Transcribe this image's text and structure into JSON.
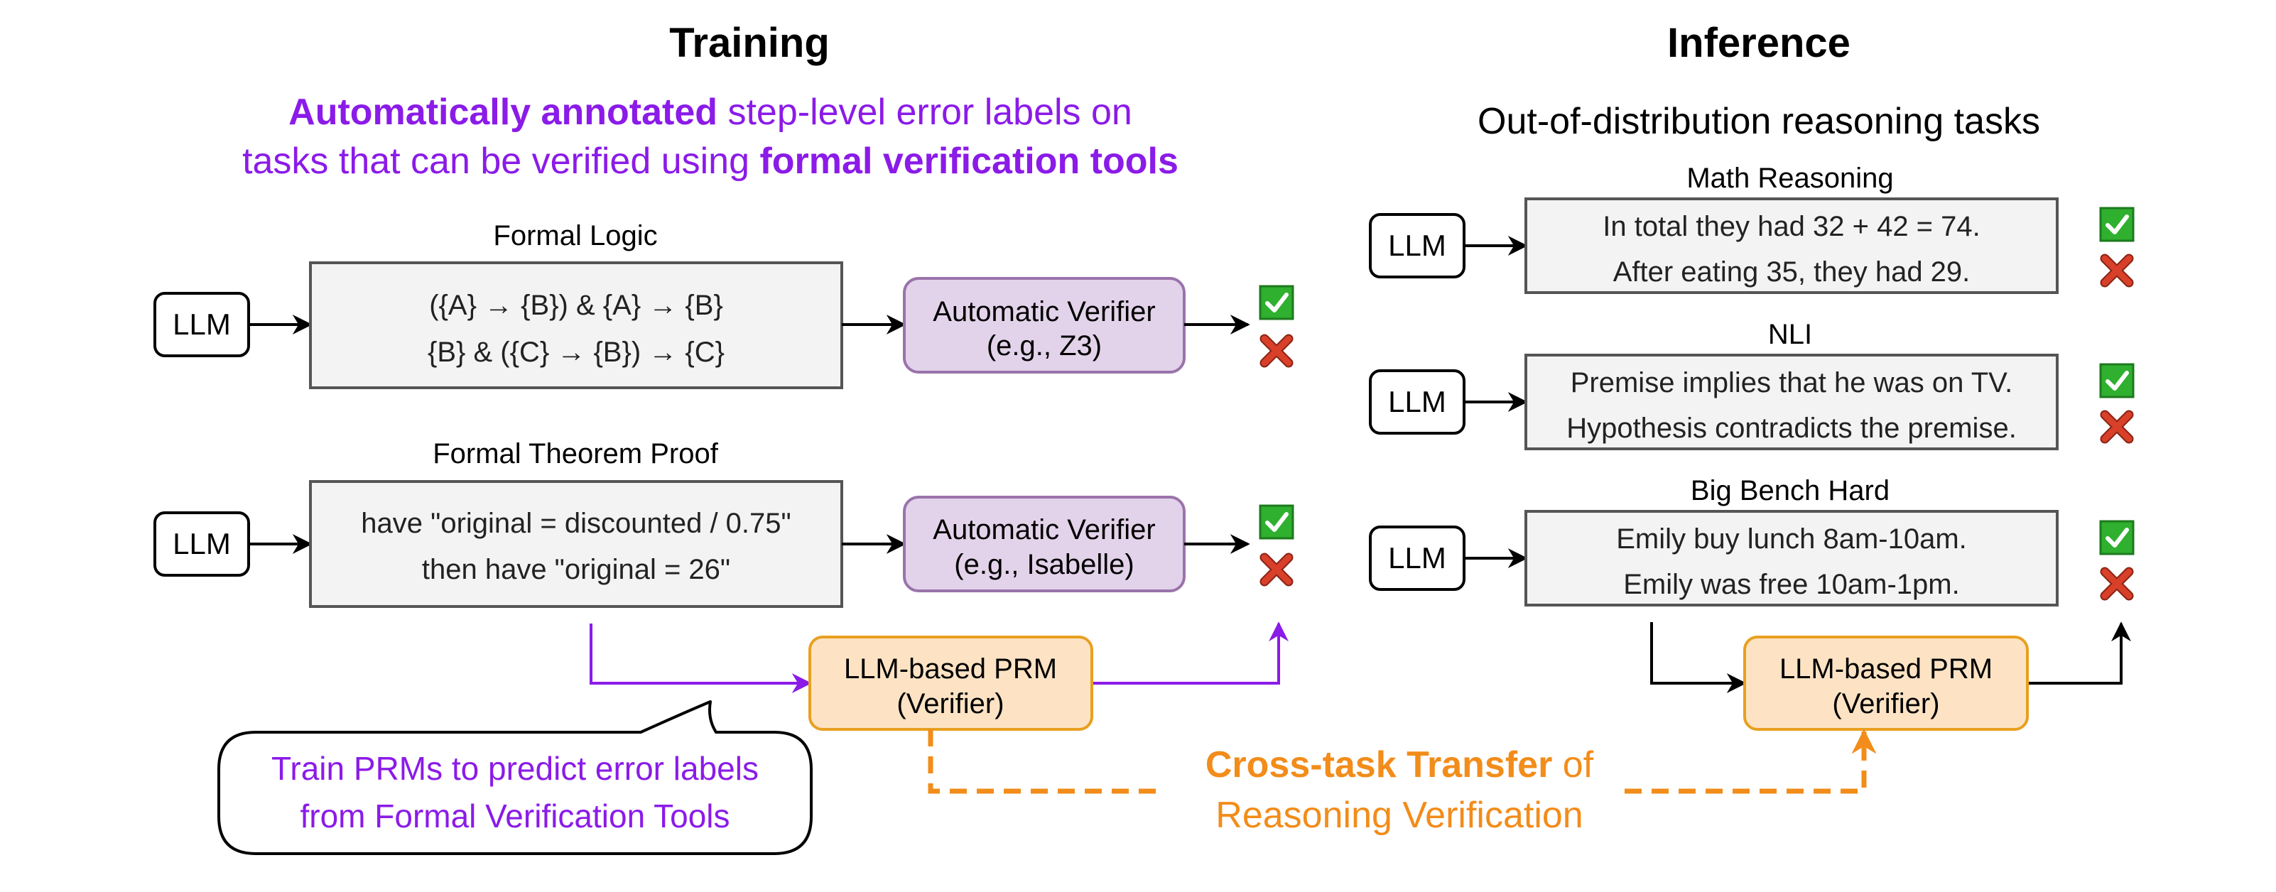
{
  "training": {
    "heading": "Training",
    "subtitle": {
      "line1_bold": "Automatically annotated",
      "line1_rest": " step-level error labels on",
      "line2_plain": "tasks that can be verified using ",
      "line2_bold": "formal verification tools"
    },
    "formal_logic": {
      "label": "Formal Logic",
      "llm": "LLM",
      "line1": "({A} → {B}) & {A} → {B}",
      "line2": "{B} & ({C} → {B}) → {C}",
      "verifier_line1": "Automatic Verifier",
      "verifier_line2": "(e.g., Z3)"
    },
    "formal_theorem": {
      "label": "Formal Theorem Proof",
      "llm": "LLM",
      "line1": "have \"original = discounted / 0.75\"",
      "line2": "then have \"original = 26\"",
      "verifier_line1": "Automatic Verifier",
      "verifier_line2": "(e.g., Isabelle)"
    },
    "prm_line1": "LLM-based PRM",
    "prm_line2": "(Verifier)",
    "callout_line1": "Train PRMs to predict error labels",
    "callout_line2": "from Formal Verification Tools"
  },
  "inference": {
    "heading": "Inference",
    "subtitle": "Out-of-distribution reasoning tasks",
    "tasks": [
      {
        "label": "Math Reasoning",
        "llm": "LLM",
        "line1": "In total they had 32 + 42 = 74.",
        "line2": "After eating 35, they had 29."
      },
      {
        "label": "NLI",
        "llm": "LLM",
        "line1": "Premise implies that he was on TV.",
        "line2": "Hypothesis contradicts the premise."
      },
      {
        "label": "Big Bench Hard",
        "llm": "LLM",
        "line1": "Emily buy lunch 8am-10am.",
        "line2": "Emily was free 10am-1pm."
      }
    ],
    "prm_line1": "LLM-based PRM",
    "prm_line2": "(Verifier)"
  },
  "transfer": {
    "line1_bold": "Cross-task Transfer",
    "line1_rest": " of",
    "line2": "Reasoning Verification"
  },
  "colors": {
    "purple": "#8b1be8",
    "orange": "#f28c1a",
    "verifier_fill": "#e3d3ea",
    "verifier_stroke": "#9a73ab",
    "prm_fill": "#fde3c4",
    "prm_stroke": "#e8a020",
    "box_fill": "#f3f3f3",
    "box_stroke": "#555555",
    "check_green": "#2fb02f",
    "cross_red": "#d8402a"
  },
  "icons": [
    "check-icon",
    "cross-icon"
  ]
}
